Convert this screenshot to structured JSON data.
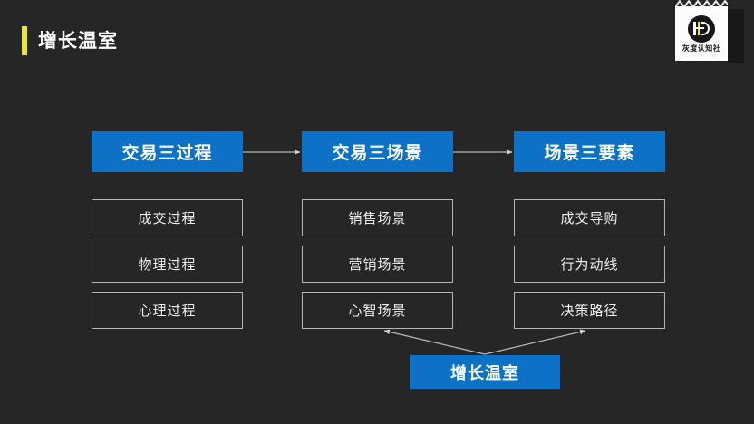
{
  "slide": {
    "background_color": "#262626",
    "title": "增长温室",
    "title_accent_color": "#eae536"
  },
  "logo": {
    "caption": "灰度认知社",
    "emblem_name": "hd-circle-emblem",
    "card_color": "#fdfdfd"
  },
  "diagram": {
    "accent_color": "#0d72c5",
    "border_color": "#b4b4b4",
    "columns": [
      {
        "header": "交易三过程",
        "items": [
          "成交过程",
          "物理过程",
          "心理过程"
        ]
      },
      {
        "header": "交易三场景",
        "items": [
          "销售场景",
          "营销场景",
          "心智场景"
        ]
      },
      {
        "header": "场景三要素",
        "items": [
          "成交导购",
          "行为动线",
          "决策路径"
        ]
      }
    ],
    "bottom_box": "增长温室",
    "connector_color": "#b9b9b9"
  }
}
